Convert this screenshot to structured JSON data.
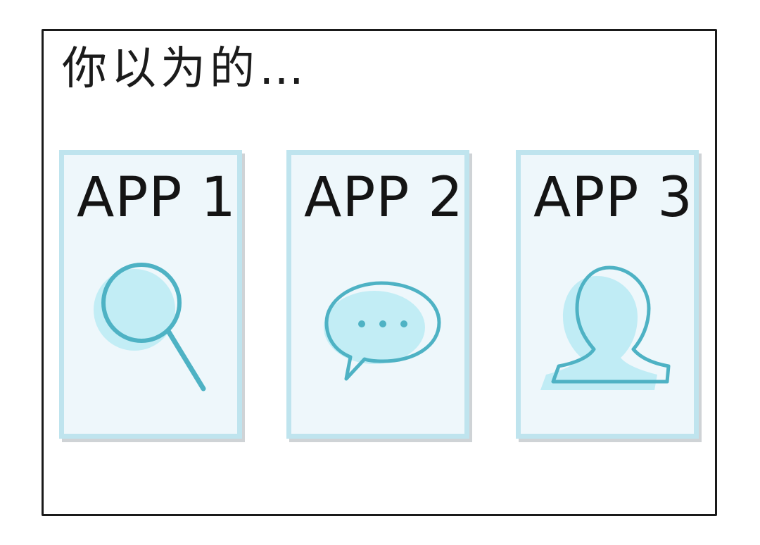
{
  "caption": "你以为的…",
  "apps": [
    {
      "label": "APP 1",
      "icon": "search-icon"
    },
    {
      "label": "APP 2",
      "icon": "chat-bubble-icon"
    },
    {
      "label": "APP 3",
      "icon": "user-icon"
    }
  ],
  "colors": {
    "card_fill": "#eef7fb",
    "card_border": "#bfe4ee",
    "icon_fill": "#bdebf4",
    "icon_stroke": "#4eb2c4",
    "ink": "#141414"
  }
}
